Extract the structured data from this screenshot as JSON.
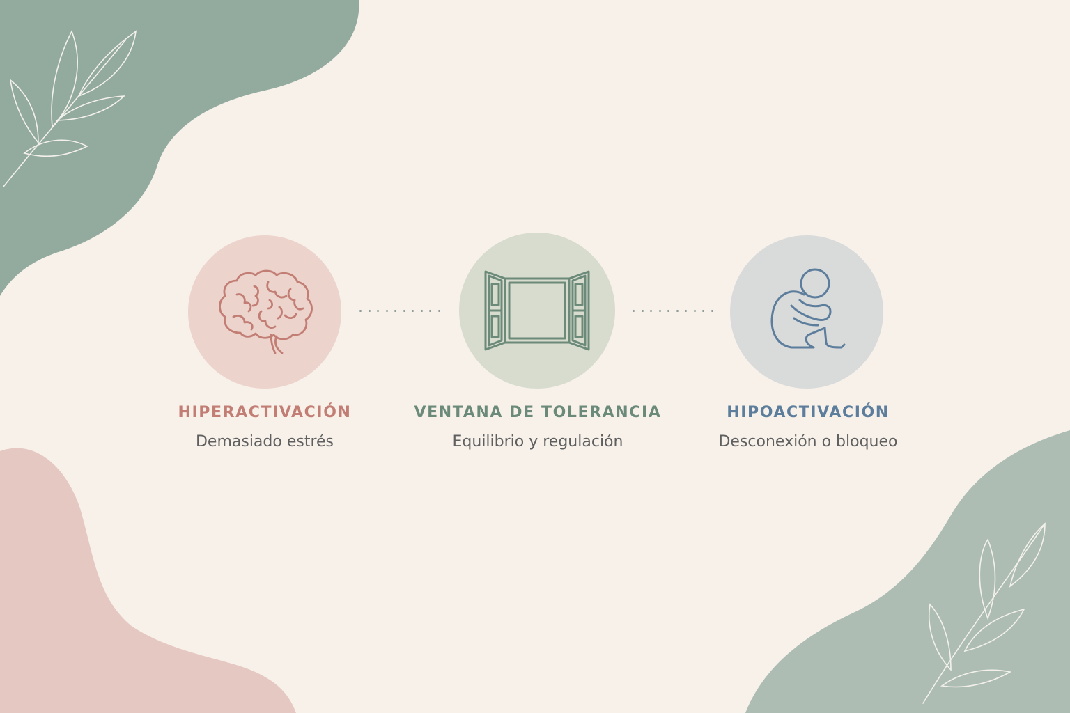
{
  "colors": {
    "background": "#f7f1ea",
    "sage_blob": "#93aa9f",
    "pink_blob": "#e5c8c1",
    "hyper_accent": "#c27e74",
    "window_accent": "#6b8a79",
    "hypo_accent": "#5c7d9c",
    "subtitle_text": "#5f5f5f"
  },
  "stages": [
    {
      "title": "HIPERACTIVACIÓN",
      "subtitle": "Demasiado estrés",
      "icon": "brain-icon"
    },
    {
      "title": "VENTANA DE TOLERANCIA",
      "subtitle": "Equilibrio y regulación",
      "icon": "open-window-icon"
    },
    {
      "title": "HIPOACTIVACIÓN",
      "subtitle": "Desconexión o bloqueo",
      "icon": "person-sitting-hugging-knees-icon"
    }
  ],
  "decorations": {
    "top_left": "leaf-branch-icon",
    "bottom_right": "leaf-branch-icon"
  }
}
